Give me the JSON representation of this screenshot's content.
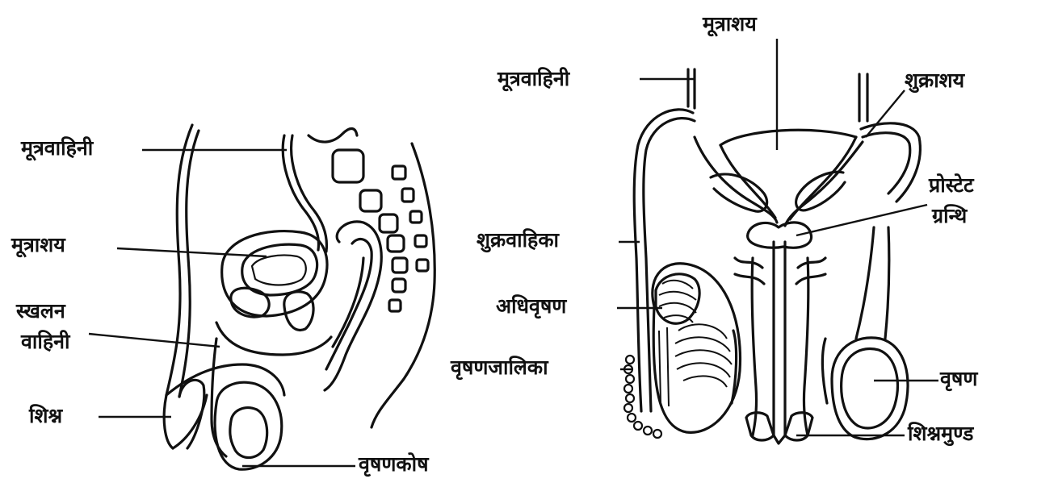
{
  "left_diagram": {
    "labels": {
      "ureter": "मूत्रवाहिनी",
      "bladder": "मूत्राशय",
      "ejaculatory_duct_1": "स्खलन",
      "ejaculatory_duct_2": "वाहिनी",
      "penis": "शिश्न",
      "scrotum": "वृषणकोष"
    }
  },
  "right_diagram": {
    "labels": {
      "ureter": "मूत्रवाहिनी",
      "bladder": "मूत्राशय",
      "seminal_vesicle": "शुक्राशय",
      "prostate_1": "प्रोस्टेट",
      "prostate_2": "ग्रन्थि",
      "vas_deferens": "शुक्रवाहिका",
      "epididymis": "अधिवृषण",
      "rete_testis": "वृषणजालिका",
      "testis": "वृषण",
      "glans_penis": "शिश्नमुण्ड"
    }
  }
}
